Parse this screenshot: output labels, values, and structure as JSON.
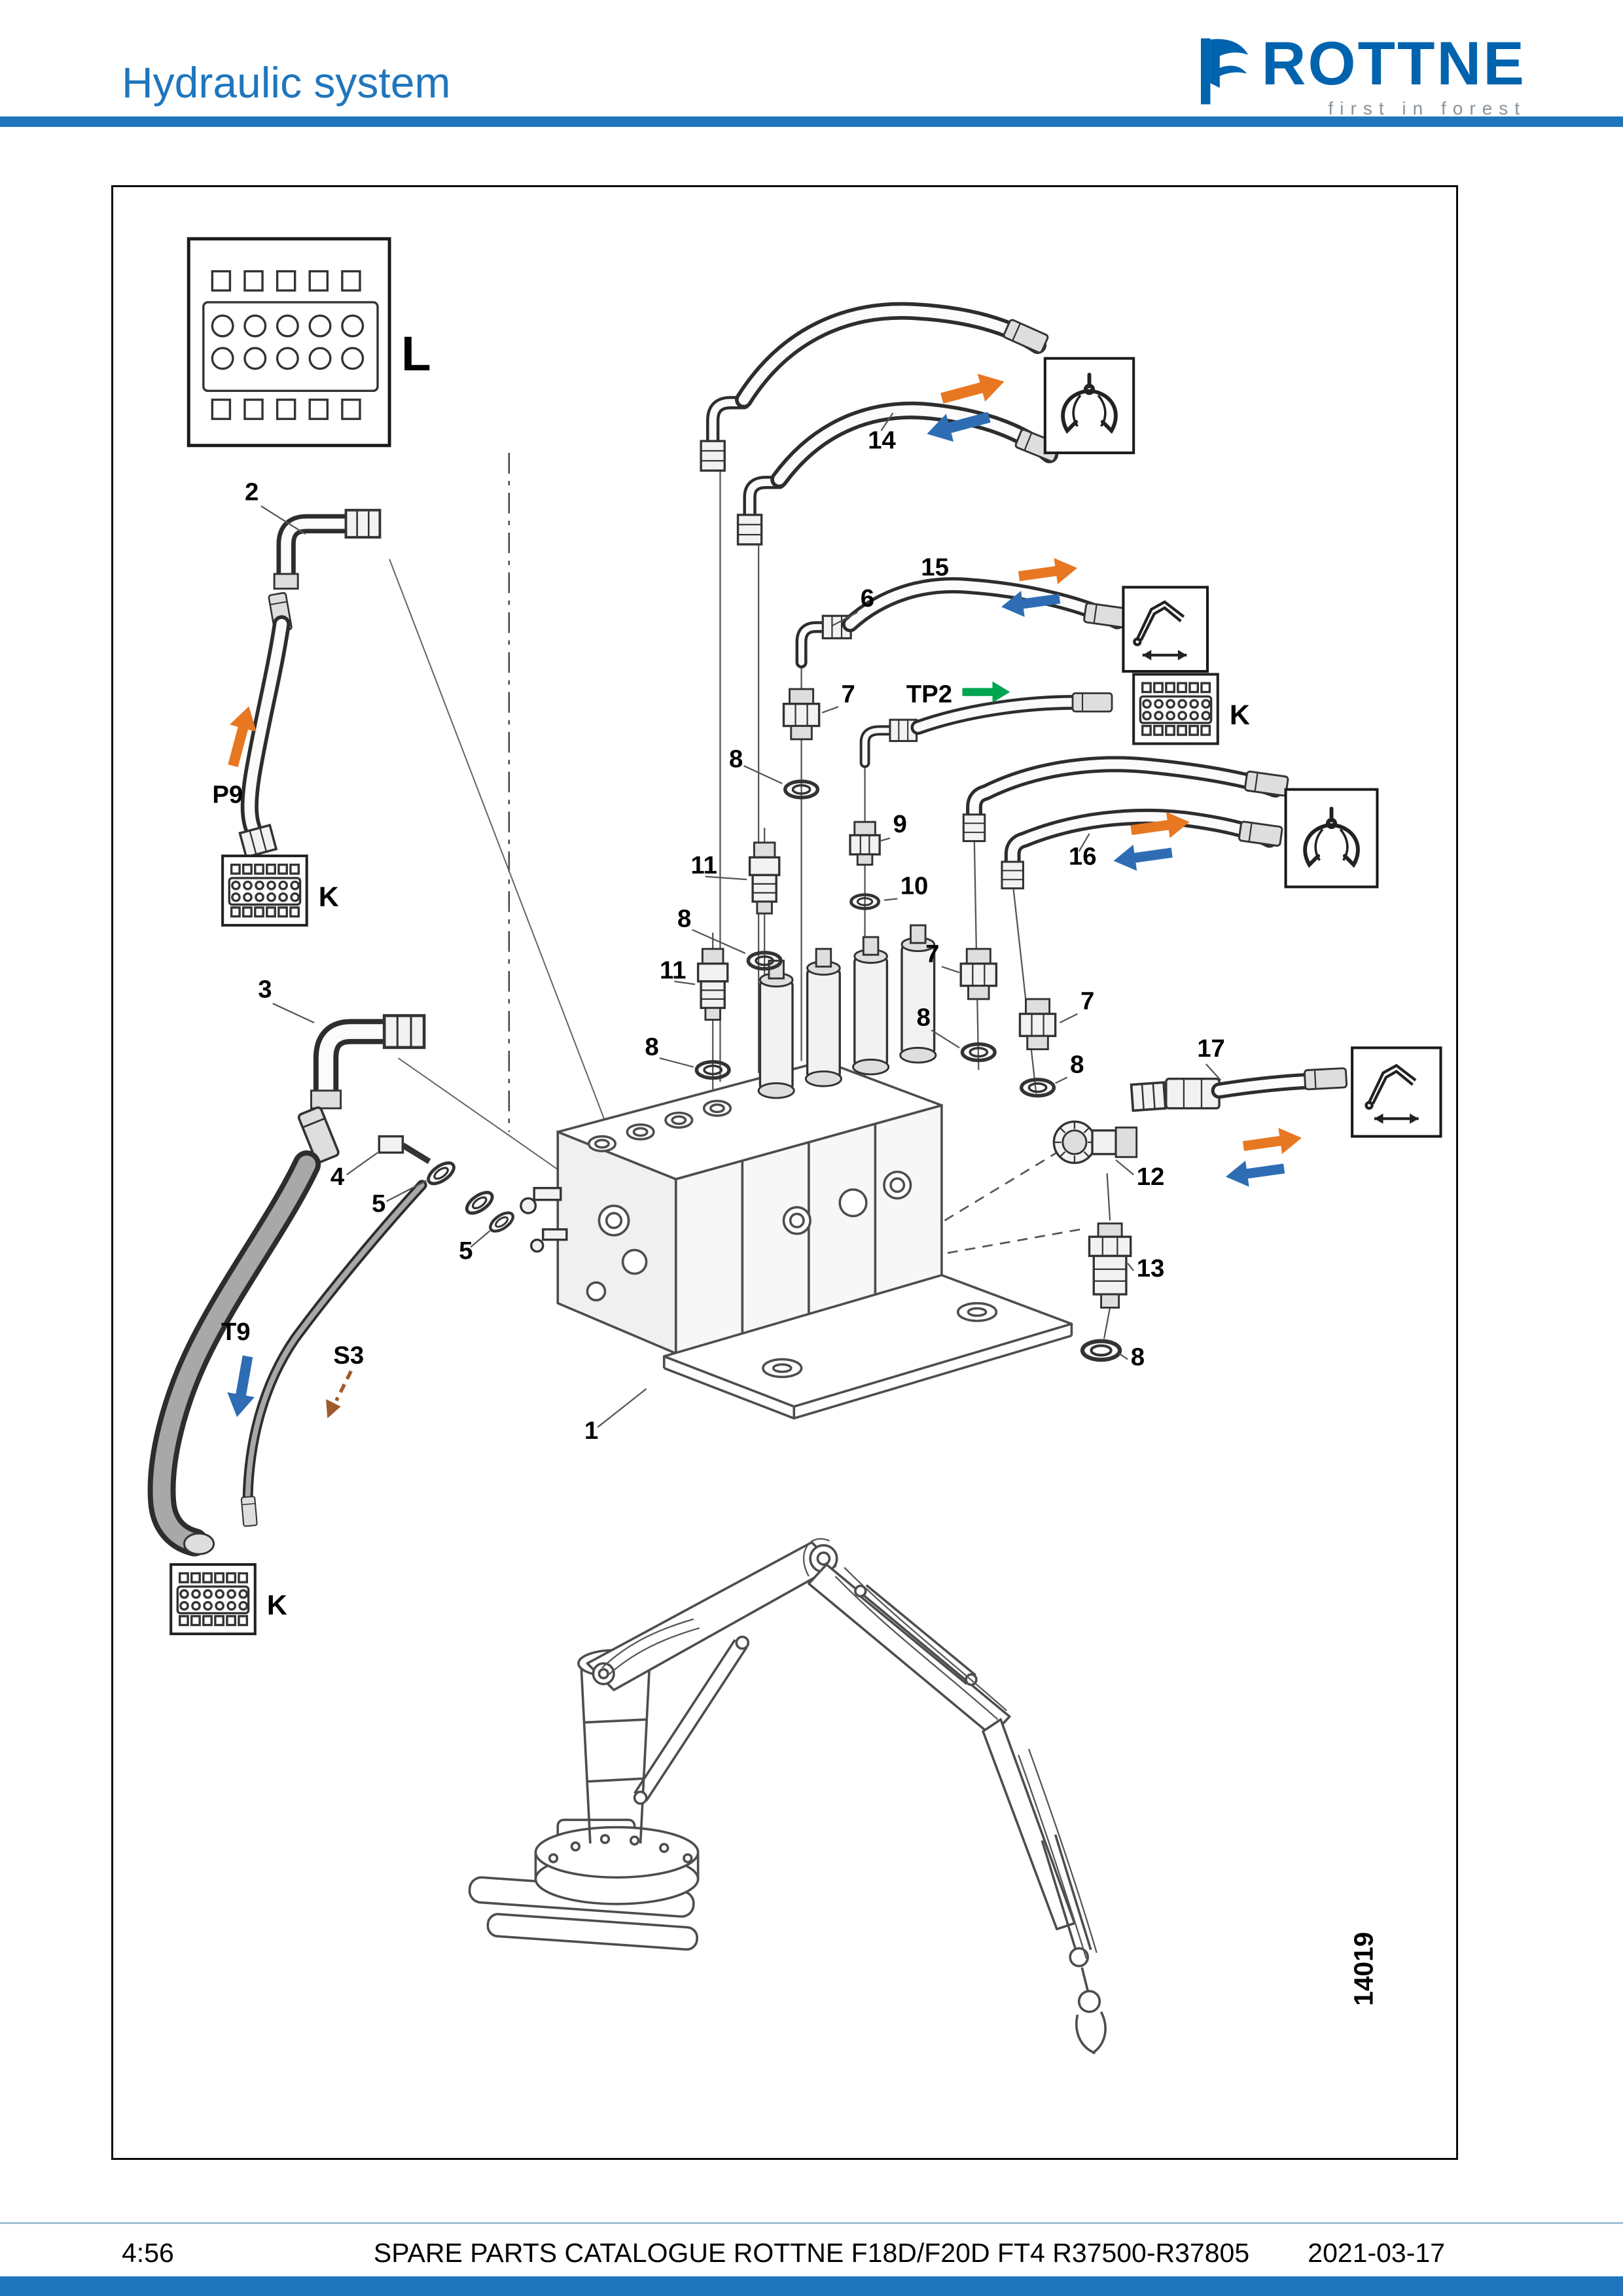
{
  "header": {
    "title": "Hydraulic system",
    "logo": {
      "name": "ROTTNE",
      "tagline": "first in forest"
    }
  },
  "diagram": {
    "figure_number": "14019",
    "connectors": {
      "L": "L",
      "K": "K"
    },
    "ports": {
      "P9": "P9",
      "T9": "T9",
      "S3": "S3",
      "TP2": "TP2"
    },
    "parts": {
      "p1": "1",
      "p2": "2",
      "p3": "3",
      "p4": "4",
      "p5": "5",
      "p6": "6",
      "p7": "7",
      "p8": "8",
      "p9": "9",
      "p10": "10",
      "p11": "11",
      "p12": "12",
      "p13": "13",
      "p14": "14",
      "p15": "15",
      "p16": "16",
      "p17": "17"
    }
  },
  "footer": {
    "page": "4:56",
    "catalogue_title": "SPARE PARTS CATALOGUE ROTTNE F18D/F20D FT4 R37500-R37805",
    "date": "2021-03-17"
  },
  "colors": {
    "accent_blue": "#1f76bd",
    "logo_blue": "#0063ae",
    "tagline_gray": "#8a9399",
    "arrow_blue": "#2e6db4",
    "arrow_orange": "#e87722",
    "arrow_green": "#00a551",
    "arrow_brown": "#a05a2c"
  }
}
